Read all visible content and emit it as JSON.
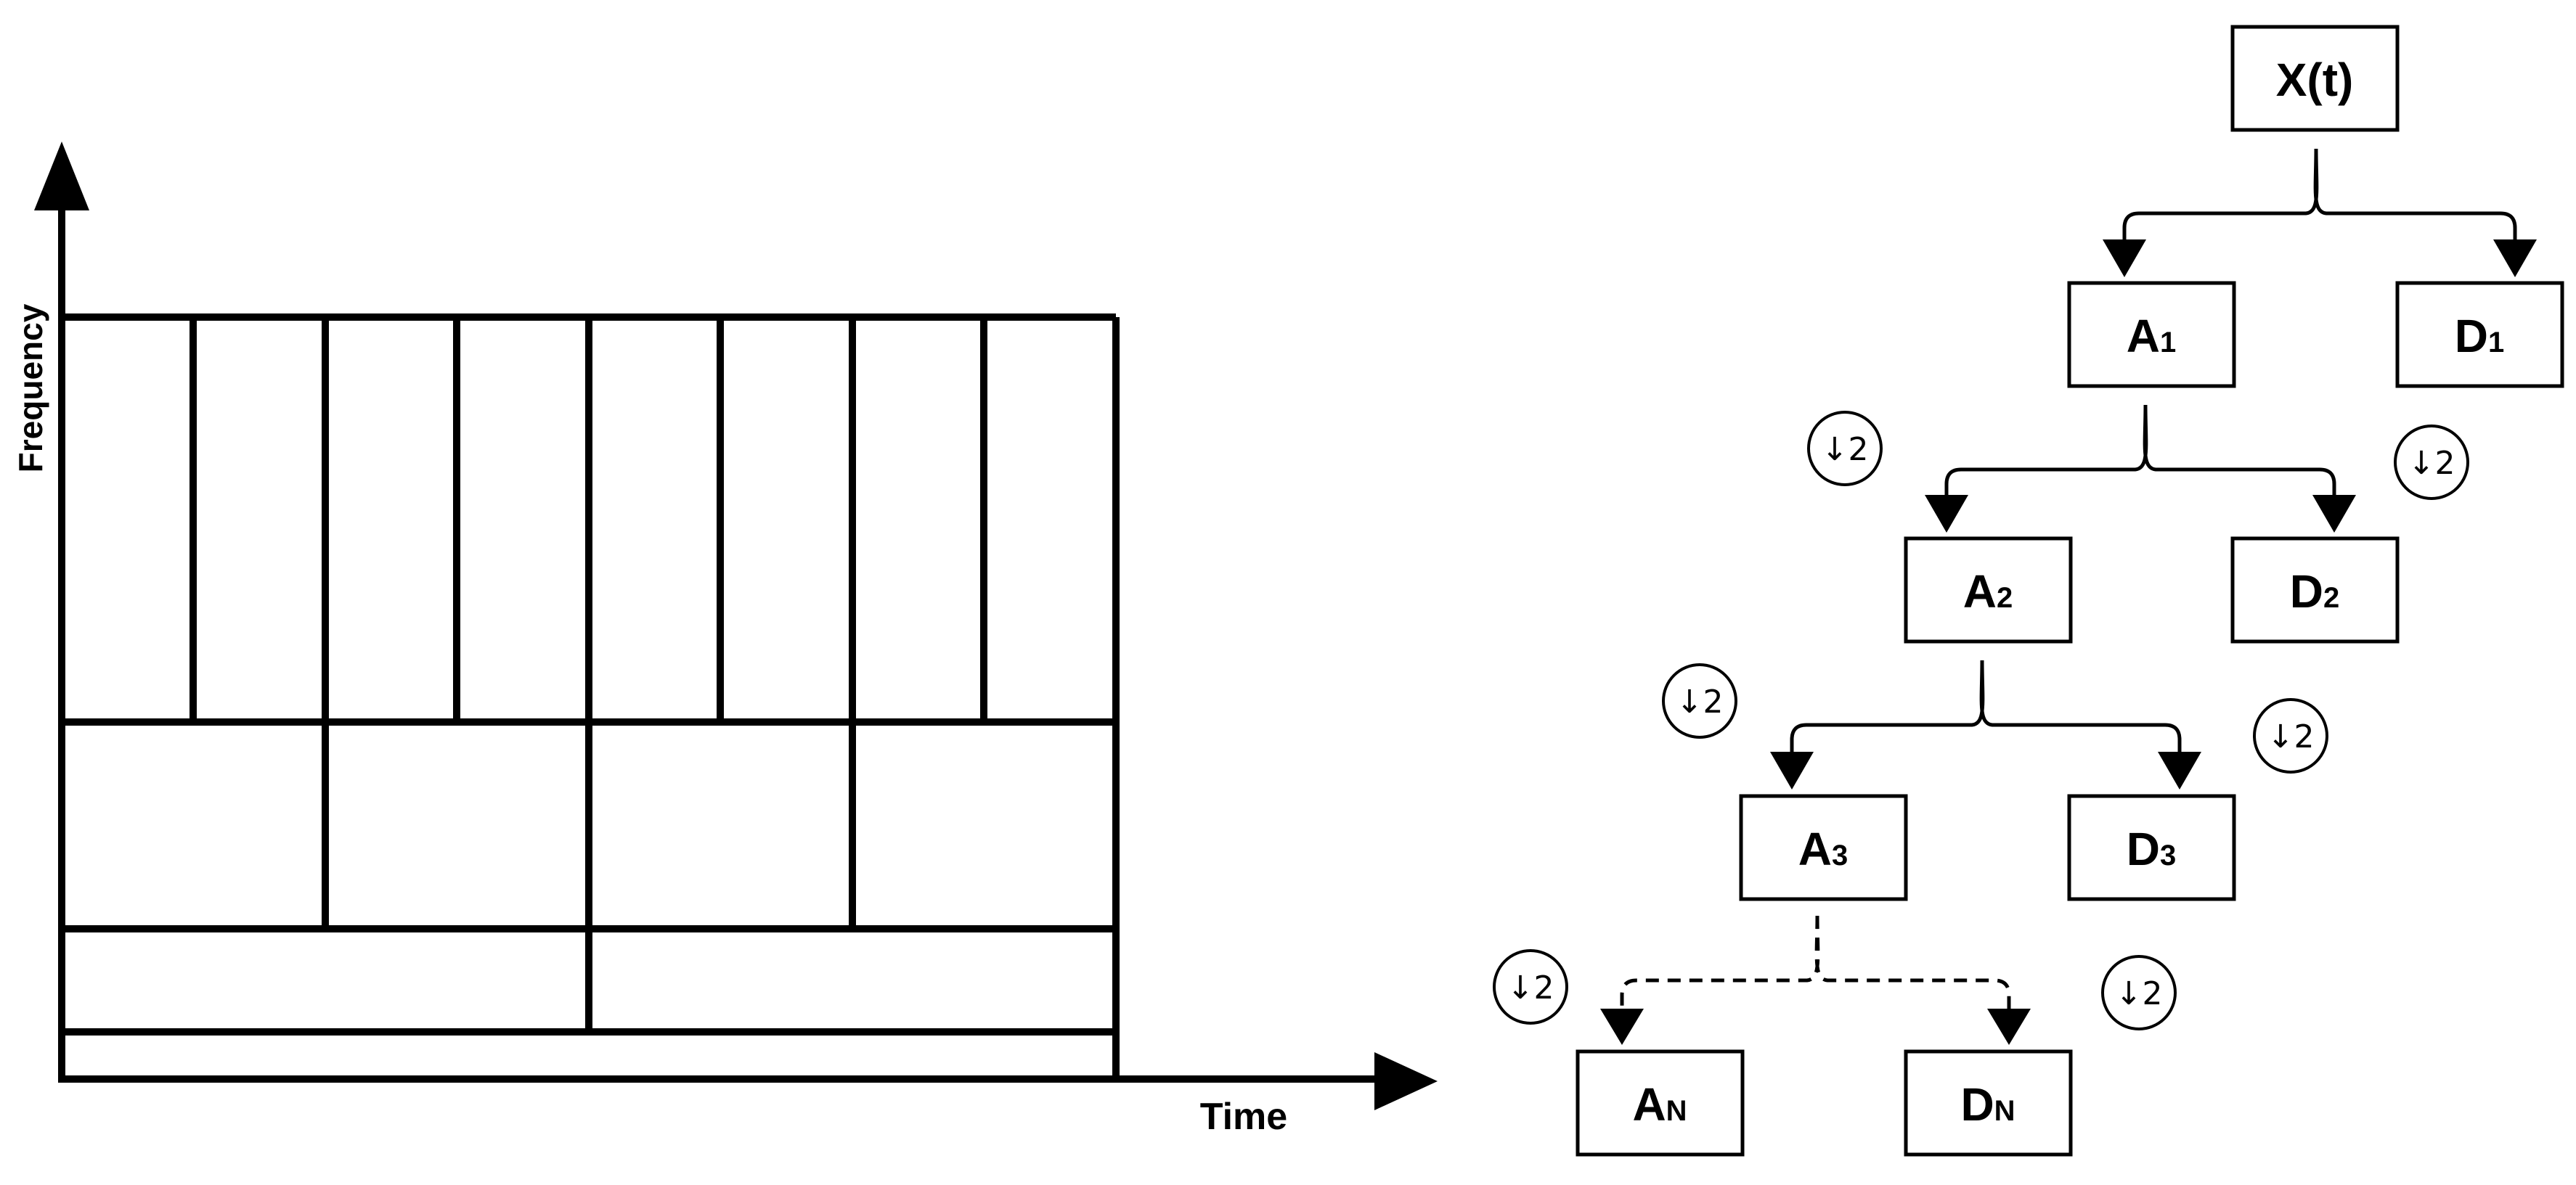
{
  "tiling": {
    "y_axis_label": "Frequency",
    "x_axis_label": "Time",
    "bands": [
      {
        "level": 1,
        "cells": 8
      },
      {
        "level": 2,
        "cells": 4
      },
      {
        "level": 3,
        "cells": 2
      },
      {
        "level": 4,
        "cells": 1
      }
    ]
  },
  "tree": {
    "root": {
      "label": "X(t)"
    },
    "levels": [
      {
        "a_main": "A",
        "a_sub": "1",
        "d_main": "D",
        "d_sub": "1"
      },
      {
        "a_main": "A",
        "a_sub": "2",
        "d_main": "D",
        "d_sub": "2"
      },
      {
        "a_main": "A",
        "a_sub": "3",
        "d_main": "D",
        "d_sub": "3"
      },
      {
        "a_main": "A",
        "a_sub": "N",
        "d_main": "D",
        "d_sub": "N"
      }
    ],
    "downsample": {
      "arrow": "↓",
      "factor": "2"
    }
  }
}
